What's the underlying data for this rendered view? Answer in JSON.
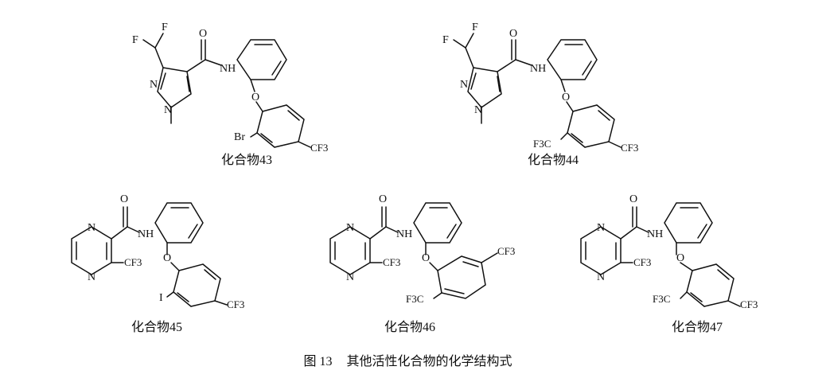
{
  "figure": {
    "number": "图 13",
    "title": "其他活性化合物的化学结构式"
  },
  "compounds": [
    {
      "caption": "化合物43",
      "labels": {
        "f1": "F",
        "f2": "F",
        "o": "O",
        "nh": "NH",
        "n1": "N",
        "n2": "N",
        "me": "—",
        "o2": "O",
        "sub": "Br",
        "cf3": "CF3"
      }
    },
    {
      "caption": "化合物44",
      "labels": {
        "f1": "F",
        "f2": "F",
        "o": "O",
        "nh": "NH",
        "n1": "N",
        "n2": "N",
        "me": "—",
        "o2": "O",
        "sub": "F3C",
        "cf3": "CF3"
      }
    },
    {
      "caption": "化合物45",
      "labels": {
        "o": "O",
        "nh": "NH",
        "n1": "N",
        "n2": "N",
        "cf3a": "CF3",
        "o2": "O",
        "sub": "I",
        "cf3": "CF3"
      }
    },
    {
      "caption": "化合物46",
      "labels": {
        "o": "O",
        "nh": "NH",
        "n1": "N",
        "n2": "N",
        "cf3a": "CF3",
        "o2": "O",
        "sub": "F3C",
        "cf3": "CF3"
      }
    },
    {
      "caption": "化合物47",
      "labels": {
        "o": "O",
        "nh": "NH",
        "n1": "N",
        "n2": "N",
        "cf3a": "CF3",
        "o2": "O",
        "sub": "F3C",
        "cf3": "CF3"
      }
    }
  ]
}
